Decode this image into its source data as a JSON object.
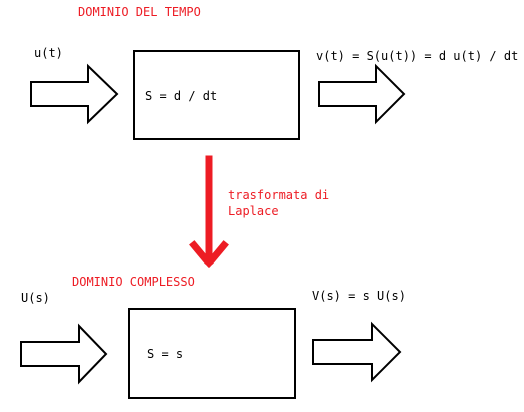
{
  "time_domain": {
    "title": "DOMINIO DEL TEMPO",
    "input_label": "u(t)",
    "system_label": "S = d / dt",
    "output_label": "v(t) = S(u(t)) = d u(t) / dt"
  },
  "transform": {
    "line1": "trasformata di",
    "line2": "Laplace"
  },
  "complex_domain": {
    "title": "DOMINIO COMPLESSO",
    "input_label": "U(s)",
    "system_label": "S = s",
    "output_label": "V(s) = s U(s)"
  },
  "colors": {
    "accent": "#ed1c24",
    "stroke": "#000000",
    "background": "#ffffff"
  }
}
